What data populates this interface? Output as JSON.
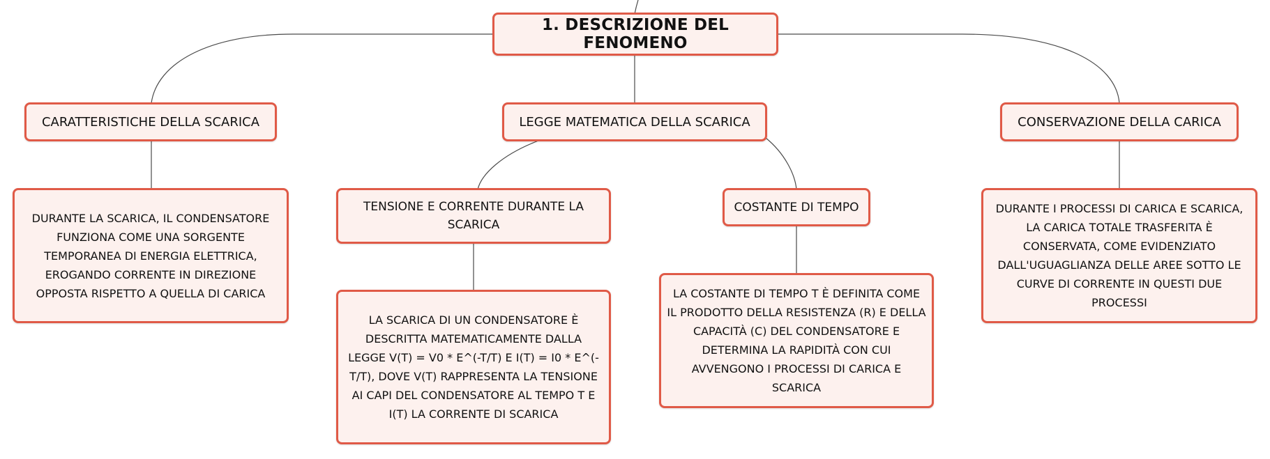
{
  "colors": {
    "node_border": "#e05a47",
    "node_fill": "#fdf1ee",
    "connector": "#4a4a4a",
    "text": "#111111"
  },
  "root": {
    "label": "1. DESCRIZIONE DEL FENOMENO"
  },
  "branches": {
    "caratteristiche": {
      "label": "CARATTERISTICHE DELLA SCARICA",
      "detail": "DURANTE LA SCARICA, IL CONDENSATORE FUNZIONA COME UNA SORGENTE TEMPORANEA DI ENERGIA ELETTRICA, EROGANDO CORRENTE IN DIREZIONE OPPOSTA RISPETTO A QUELLA DI CARICA"
    },
    "legge": {
      "label": "LEGGE MATEMATICA DELLA SCARICA",
      "tensione": {
        "label": "TENSIONE E CORRENTE DURANTE LA SCARICA",
        "detail": "LA SCARICA DI UN CONDENSATORE È DESCRITTA MATEMATICAMENTE DALLA LEGGE V(T) = V0 * E^(-T/T) E I(T) = I0 * E^(-T/T), DOVE V(T) RAPPRESENTA LA TENSIONE AI CAPI DEL CONDENSATORE AL TEMPO T E I(T) LA CORRENTE DI SCARICA"
      },
      "costante": {
        "label": "COSTANTE DI TEMPO",
        "detail": "LA COSTANTE DI TEMPO T È DEFINITA COME IL PRODOTTO DELLA RESISTENZA (R) E DELLA CAPACITÀ (C) DEL CONDENSATORE E DETERMINA LA RAPIDITÀ CON CUI AVVENGONO I PROCESSI DI CARICA E SCARICA"
      }
    },
    "conservazione": {
      "label": "CONSERVAZIONE DELLA CARICA",
      "detail": "DURANTE I PROCESSI DI CARICA E SCARICA, LA CARICA TOTALE TRASFERITA È CONSERVATA, COME EVIDENZIATO DALL'UGUAGLIANZA DELLE AREE SOTTO LE CURVE DI CORRENTE IN QUESTI DUE PROCESSI"
    }
  }
}
